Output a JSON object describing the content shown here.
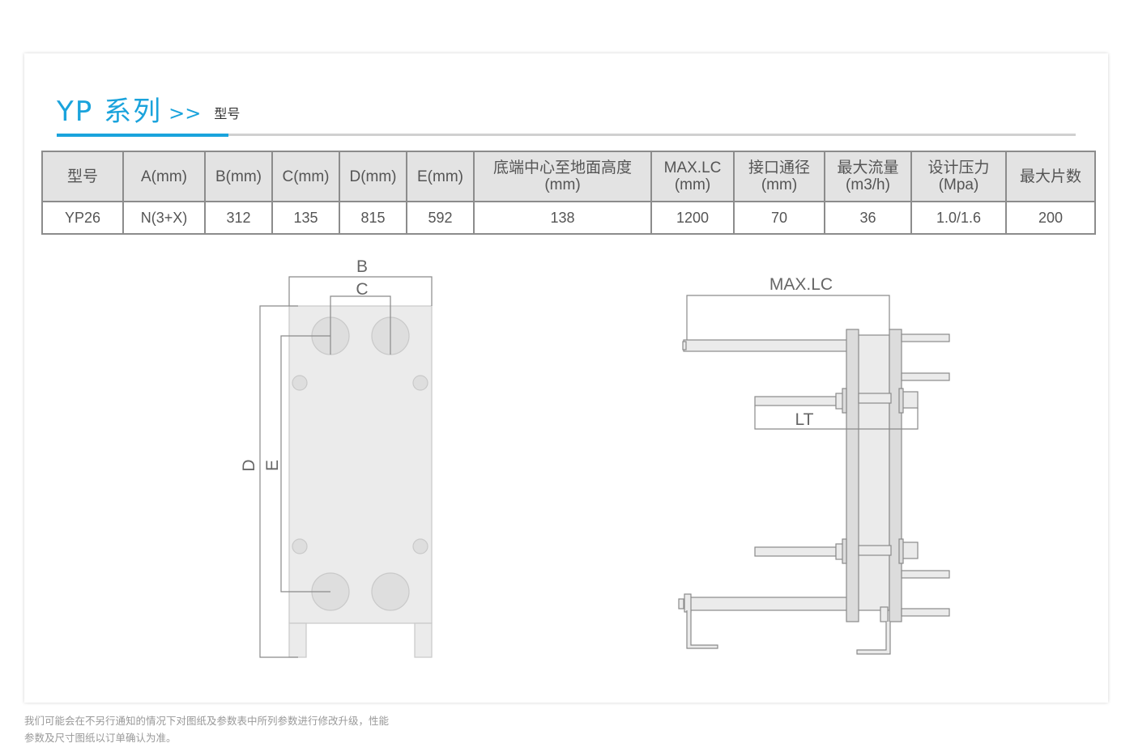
{
  "header": {
    "series_title": "YP 系列",
    "arrow": ">>",
    "subtitle": "型号"
  },
  "table": {
    "columns": [
      {
        "l1": "型号",
        "l2": ""
      },
      {
        "l1": "A(mm)",
        "l2": ""
      },
      {
        "l1": "B(mm)",
        "l2": ""
      },
      {
        "l1": "C(mm)",
        "l2": ""
      },
      {
        "l1": "D(mm)",
        "l2": ""
      },
      {
        "l1": "E(mm)",
        "l2": ""
      },
      {
        "l1": "底端中心至地面高度",
        "l2": "(mm)"
      },
      {
        "l1": "MAX.LC",
        "l2": "(mm)"
      },
      {
        "l1": "接口通径",
        "l2": "(mm)"
      },
      {
        "l1": "最大流量",
        "l2": "(m3/h)"
      },
      {
        "l1": "设计压力",
        "l2": "(Mpa)"
      },
      {
        "l1": "最大片数",
        "l2": ""
      }
    ],
    "row": [
      "YP26",
      "N(3+X)",
      "312",
      "135",
      "815",
      "592",
      "138",
      "1200",
      "70",
      "36",
      "1.0/1.6",
      "200"
    ]
  },
  "drawing": {
    "front_labels": {
      "b": "B",
      "c": "C",
      "d": "D",
      "e": "E"
    },
    "side_labels": {
      "max_lc": "MAX.LC",
      "lt": "LT"
    }
  },
  "colors": {
    "accent": "#1aa3dc",
    "table_header_bg": "#e3e3e3",
    "table_border": "#8c8c8c",
    "drawing_fill": "#ebebeb",
    "drawing_stroke": "#888888"
  },
  "footer": {
    "disclaimer": "我们可能会在不另行通知的情况下对图纸及参数表中所列参数进行修改升级，性能参数及尺寸图纸以订单确认为准。"
  }
}
